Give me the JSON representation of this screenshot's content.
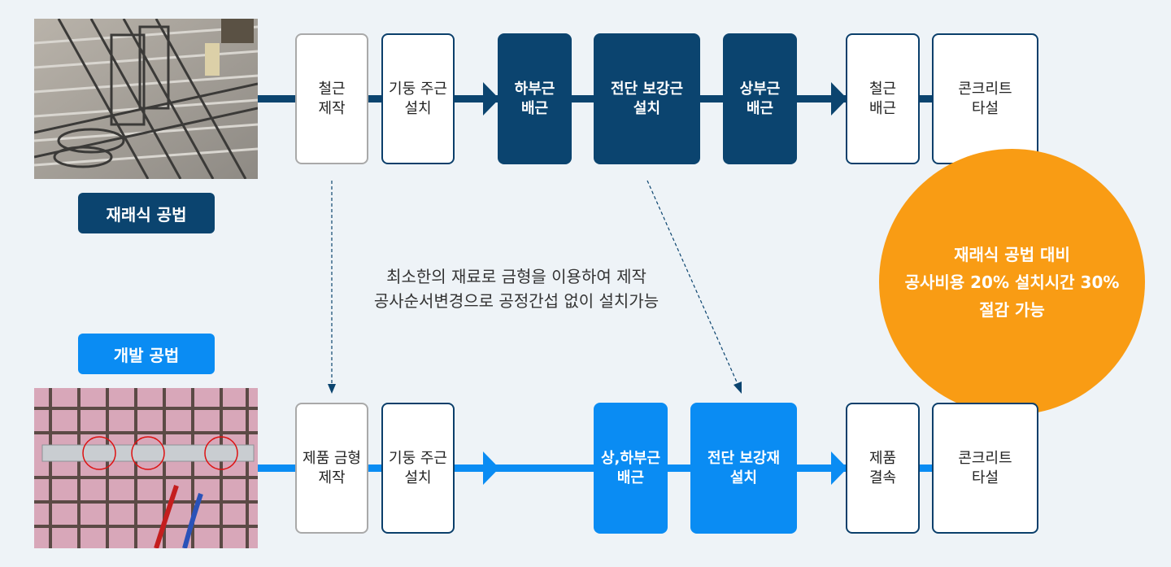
{
  "colors": {
    "dark_navy": "#0b446f",
    "bright_blue": "#0a8cf3",
    "orange": "#f99c14",
    "background": "#eef3f7"
  },
  "traditional": {
    "label": "재래식 공법",
    "steps": [
      {
        "text": "철근\n제작"
      },
      {
        "text": "기둥 주근\n설치"
      },
      {
        "text": "하부근\n배근"
      },
      {
        "text": "전단 보강근\n설치"
      },
      {
        "text": "상부근\n배근"
      },
      {
        "text": "철근\n배근"
      },
      {
        "text": "콘크리트\n타설"
      }
    ]
  },
  "developed": {
    "label": "개발 공법",
    "steps": [
      {
        "text": "제품 금형\n제작"
      },
      {
        "text": "기둥 주근\n설치"
      },
      {
        "text": "상,하부근\n배근"
      },
      {
        "text": "전단 보강재\n설치"
      },
      {
        "text": "제품\n결속"
      },
      {
        "text": "콘크리트\n타설"
      }
    ]
  },
  "annotation": "최소한의 재료로 금형을 이용하여 제작\n공사순서변경으로 공정간섭 없이 설치가능",
  "benefit": "재래식 공법 대비\n공사비용 20% 설치시간 30%\n절감 가능"
}
